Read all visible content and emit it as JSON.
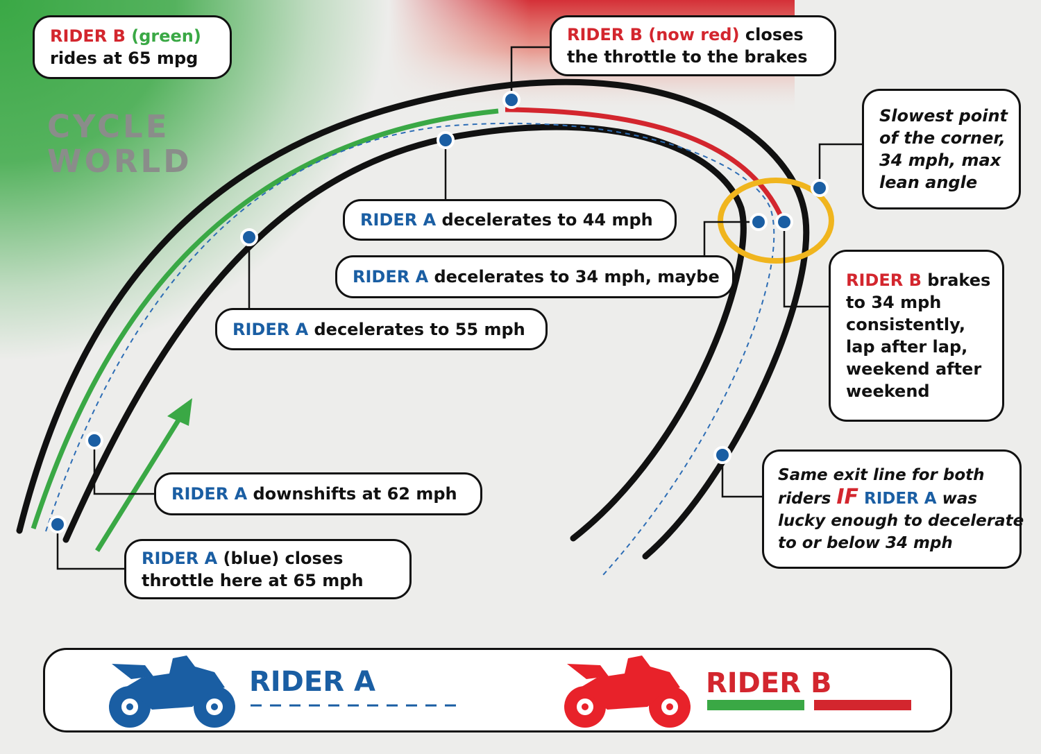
{
  "brand": {
    "line1": "CYCLE",
    "line2": "WORLD"
  },
  "colors": {
    "rider_a": "#1a5ea3",
    "rider_b_red": "#d3262e",
    "rider_b_green": "#3aa845",
    "track": "#111111",
    "slowest_ring": "#f0b51e"
  },
  "callouts": {
    "b_green": {
      "line1": {
        "rider": "RIDER B",
        "mid": " ",
        "tag": "(green)"
      },
      "line2": "rides at 65 mpg"
    },
    "b_red": {
      "line1": {
        "rider": "RIDER B",
        "mid": " ",
        "tag": "(now red)",
        "rest": " closes"
      },
      "line2": "the throttle to the brakes"
    },
    "slowest": {
      "line1": "Slowest point",
      "line2": "of the corner,",
      "line3": "34 mph, max",
      "line4": "lean angle"
    },
    "a_44": {
      "rider": "RIDER A",
      "text": " decelerates to 44 mph"
    },
    "a_34": {
      "rider": "RIDER A",
      "text": " decelerates to 34 mph, maybe"
    },
    "a_55": {
      "rider": "RIDER A",
      "text": " decelerates to 55 mph"
    },
    "b_brakes": {
      "rider": "RIDER B",
      "line1_rest": " brakes",
      "line2": "to 34 mph",
      "line3": "consistently,",
      "line4": "lap after lap,",
      "line5": "weekend after",
      "line6": "weekend"
    },
    "a_62": {
      "rider": "RIDER A",
      "text": " downshifts at 62 mph"
    },
    "a_65": {
      "rider": "RIDER A",
      "line1_rest": " (blue) closes",
      "line2": "throttle here at 65 mph"
    },
    "exit": {
      "line1": "Same exit line for both",
      "line2_pre": "riders ",
      "if_word": "IF",
      "line2_rider": " RIDER A",
      "line2_post": " was",
      "line3": "lucky enough to decelerate",
      "line4": "to or below 34 mph"
    }
  },
  "legend": {
    "rider_a_label": "RIDER A",
    "rider_b_label": "RIDER B",
    "rider_a_icon": "motorcycle-icon",
    "rider_b_icon": "motorcycle-icon"
  }
}
